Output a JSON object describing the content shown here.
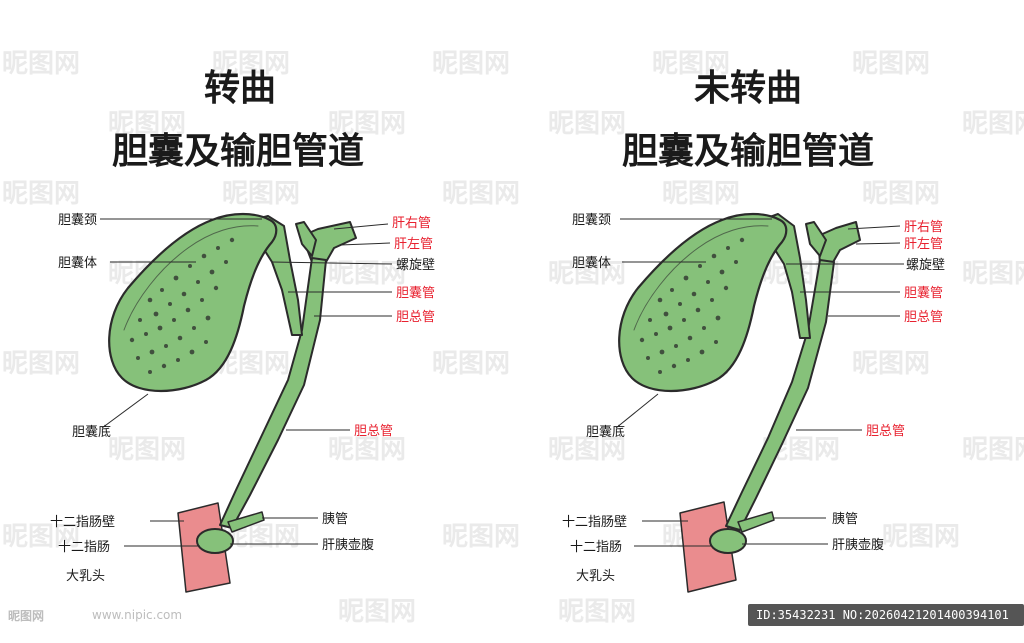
{
  "colors": {
    "bile_green": "#86c17a",
    "outline": "#2b2b2b",
    "label_black": "#1a1a1a",
    "label_red": "#e8212f",
    "duodenum_pink": "#ea8c8e",
    "watermark": "#d9d9d9",
    "id_bar": "#555555"
  },
  "watermark_text": "昵图网",
  "panels": [
    {
      "title_line1": "转曲",
      "title_line2": "胆囊及输胆管道",
      "labels": {
        "neck": "胆囊颈",
        "body": "胆囊体",
        "fundus": "胆囊底",
        "right_hepatic": "肝右管",
        "left_hepatic": "肝左管",
        "spiral": "螺旋壁",
        "cystic": "胆囊管",
        "common_upper": "胆总管",
        "common_lower": "胆总管",
        "duodenal_wall": "十二指肠壁",
        "duodenum": "十二指肠",
        "papilla": "大乳头",
        "pancreatic_duct": "胰管",
        "ampulla": "肝胰壶腹"
      }
    },
    {
      "title_line1": "未转曲",
      "title_line2": "胆囊及输胆管道",
      "labels": {
        "neck": "胆囊颈",
        "body": "胆囊体",
        "fundus": "胆囊底",
        "right_hepatic": "肝右管",
        "left_hepatic": "肝左管",
        "spiral": "螺旋壁",
        "cystic": "胆囊管",
        "common_upper": "胆总管",
        "common_lower": "胆总管",
        "duodenal_wall": "十二指肠壁",
        "duodenum": "十二指肠",
        "papilla": "大乳头",
        "pancreatic_duct": "胰管",
        "ampulla": "肝胰壶腹"
      }
    }
  ],
  "footer": {
    "logo_text": "昵图网",
    "site": "www.nipic.com",
    "id_text": "ID:35432231 NO:20260421201400394101"
  }
}
